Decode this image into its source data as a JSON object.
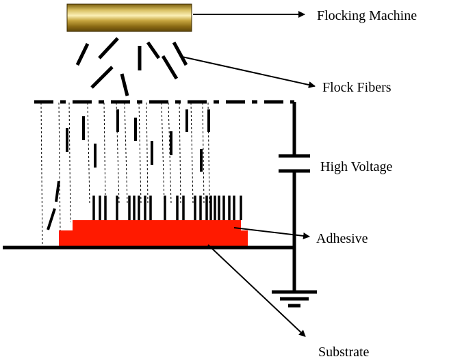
{
  "labels": {
    "machine": "Flocking Machine",
    "fibers": "Flock Fibers",
    "voltage": "High Voltage",
    "adhesive": "Adhesive",
    "substrate": "Substrate"
  },
  "colors": {
    "adhesive": "#ff1a00",
    "machine_gold": "#b89a2e",
    "machine_highlight": "#f3e39a",
    "ink": "#000000"
  }
}
